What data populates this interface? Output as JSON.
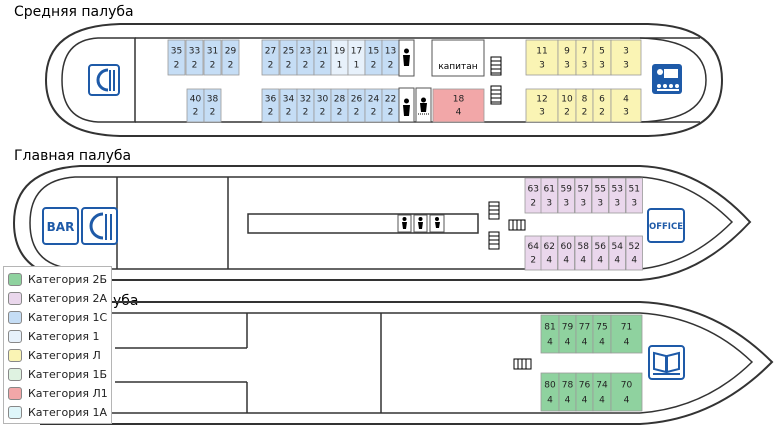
{
  "colors": {
    "cat_2B": "#8fd29f",
    "cat_2A": "#ead7ec",
    "cat_1C": "#c5ddf5",
    "cat_1": "#e7f1fb",
    "cat_L": "#faf4b4",
    "cat_1B": "#dff2e1",
    "cat_L1": "#f2a7a8",
    "cat_1A": "#dff6fa"
  },
  "decks": {
    "middle": {
      "title": "Средняя палуба",
      "captain_label": "капитан",
      "icons": [
        "restaurant-icon",
        "conference-icon",
        "toilet-icon",
        "shower-icon",
        "stairs-icon"
      ],
      "top_row": [
        {
          "n": "35",
          "b": "2",
          "cat": "cat_1C"
        },
        {
          "n": "33",
          "b": "2",
          "cat": "cat_1C"
        },
        {
          "n": "31",
          "b": "2",
          "cat": "cat_1C"
        },
        {
          "n": "29",
          "b": "2",
          "cat": "cat_1C"
        },
        {
          "n": "27",
          "b": "2",
          "cat": "cat_1C"
        },
        {
          "n": "25",
          "b": "2",
          "cat": "cat_1C"
        },
        {
          "n": "23",
          "b": "2",
          "cat": "cat_1C"
        },
        {
          "n": "21",
          "b": "2",
          "cat": "cat_1C"
        },
        {
          "n": "19",
          "b": "1",
          "cat": "cat_1"
        },
        {
          "n": "17",
          "b": "1",
          "cat": "cat_1"
        },
        {
          "n": "15",
          "b": "2",
          "cat": "cat_1C"
        },
        {
          "n": "13",
          "b": "2",
          "cat": "cat_1C"
        }
      ],
      "bottom_row": [
        {
          "n": "40",
          "b": "2",
          "cat": "cat_1C"
        },
        {
          "n": "38",
          "b": "2",
          "cat": "cat_1C"
        },
        {
          "n": "36",
          "b": "2",
          "cat": "cat_1C"
        },
        {
          "n": "34",
          "b": "2",
          "cat": "cat_1C"
        },
        {
          "n": "32",
          "b": "2",
          "cat": "cat_1C"
        },
        {
          "n": "30",
          "b": "2",
          "cat": "cat_1C"
        },
        {
          "n": "28",
          "b": "2",
          "cat": "cat_1C"
        },
        {
          "n": "26",
          "b": "2",
          "cat": "cat_1C"
        },
        {
          "n": "24",
          "b": "2",
          "cat": "cat_1C"
        },
        {
          "n": "22",
          "b": "2",
          "cat": "cat_1C"
        },
        {
          "n": "18",
          "b": "4",
          "cat": "cat_L1"
        }
      ],
      "front_top": [
        {
          "n": "11",
          "b": "3",
          "cat": "cat_L"
        },
        {
          "n": "9",
          "b": "3",
          "cat": "cat_L"
        },
        {
          "n": "7",
          "b": "3",
          "cat": "cat_L"
        },
        {
          "n": "5",
          "b": "3",
          "cat": "cat_L"
        },
        {
          "n": "3",
          "b": "3",
          "cat": "cat_L"
        }
      ],
      "front_bottom": [
        {
          "n": "12",
          "b": "3",
          "cat": "cat_L"
        },
        {
          "n": "10",
          "b": "2",
          "cat": "cat_L"
        },
        {
          "n": "8",
          "b": "2",
          "cat": "cat_L"
        },
        {
          "n": "6",
          "b": "2",
          "cat": "cat_L"
        },
        {
          "n": "4",
          "b": "3",
          "cat": "cat_L"
        }
      ]
    },
    "main": {
      "title": "Главная палуба",
      "bar_label": "BAR",
      "office_label": "OFFICE",
      "top_row": [
        {
          "n": "63",
          "b": "2",
          "cat": "cat_2A"
        },
        {
          "n": "61",
          "b": "3",
          "cat": "cat_2A"
        },
        {
          "n": "59",
          "b": "3",
          "cat": "cat_2A"
        },
        {
          "n": "57",
          "b": "3",
          "cat": "cat_2A"
        },
        {
          "n": "55",
          "b": "3",
          "cat": "cat_2A"
        },
        {
          "n": "53",
          "b": "3",
          "cat": "cat_2A"
        },
        {
          "n": "51",
          "b": "3",
          "cat": "cat_2A"
        }
      ],
      "bottom_row": [
        {
          "n": "64",
          "b": "2",
          "cat": "cat_2A"
        },
        {
          "n": "62",
          "b": "4",
          "cat": "cat_2A"
        },
        {
          "n": "60",
          "b": "4",
          "cat": "cat_2A"
        },
        {
          "n": "58",
          "b": "4",
          "cat": "cat_2A"
        },
        {
          "n": "56",
          "b": "4",
          "cat": "cat_2A"
        },
        {
          "n": "54",
          "b": "4",
          "cat": "cat_2A"
        },
        {
          "n": "52",
          "b": "4",
          "cat": "cat_2A"
        }
      ]
    },
    "lower": {
      "title_visible": "уба",
      "top_row": [
        {
          "n": "81",
          "b": "4",
          "cat": "cat_2B"
        },
        {
          "n": "79",
          "b": "4",
          "cat": "cat_2B"
        },
        {
          "n": "77",
          "b": "4",
          "cat": "cat_2B"
        },
        {
          "n": "75",
          "b": "4",
          "cat": "cat_2B"
        },
        {
          "n": "71",
          "b": "4",
          "cat": "cat_2B"
        }
      ],
      "bottom_row": [
        {
          "n": "80",
          "b": "4",
          "cat": "cat_2B"
        },
        {
          "n": "78",
          "b": "4",
          "cat": "cat_2B"
        },
        {
          "n": "76",
          "b": "4",
          "cat": "cat_2B"
        },
        {
          "n": "74",
          "b": "4",
          "cat": "cat_2B"
        },
        {
          "n": "70",
          "b": "4",
          "cat": "cat_2B"
        }
      ]
    }
  },
  "legend": [
    {
      "label": "Категория 2Б",
      "cat": "cat_2B"
    },
    {
      "label": "Категория 2А",
      "cat": "cat_2A"
    },
    {
      "label": "Категория 1С",
      "cat": "cat_1C"
    },
    {
      "label": "Категория 1",
      "cat": "cat_1"
    },
    {
      "label": "Категория Л",
      "cat": "cat_L"
    },
    {
      "label": "Категория 1Б",
      "cat": "cat_1B"
    },
    {
      "label": "Категория Л1",
      "cat": "cat_L1"
    },
    {
      "label": "Категория 1А",
      "cat": "cat_1A"
    }
  ]
}
